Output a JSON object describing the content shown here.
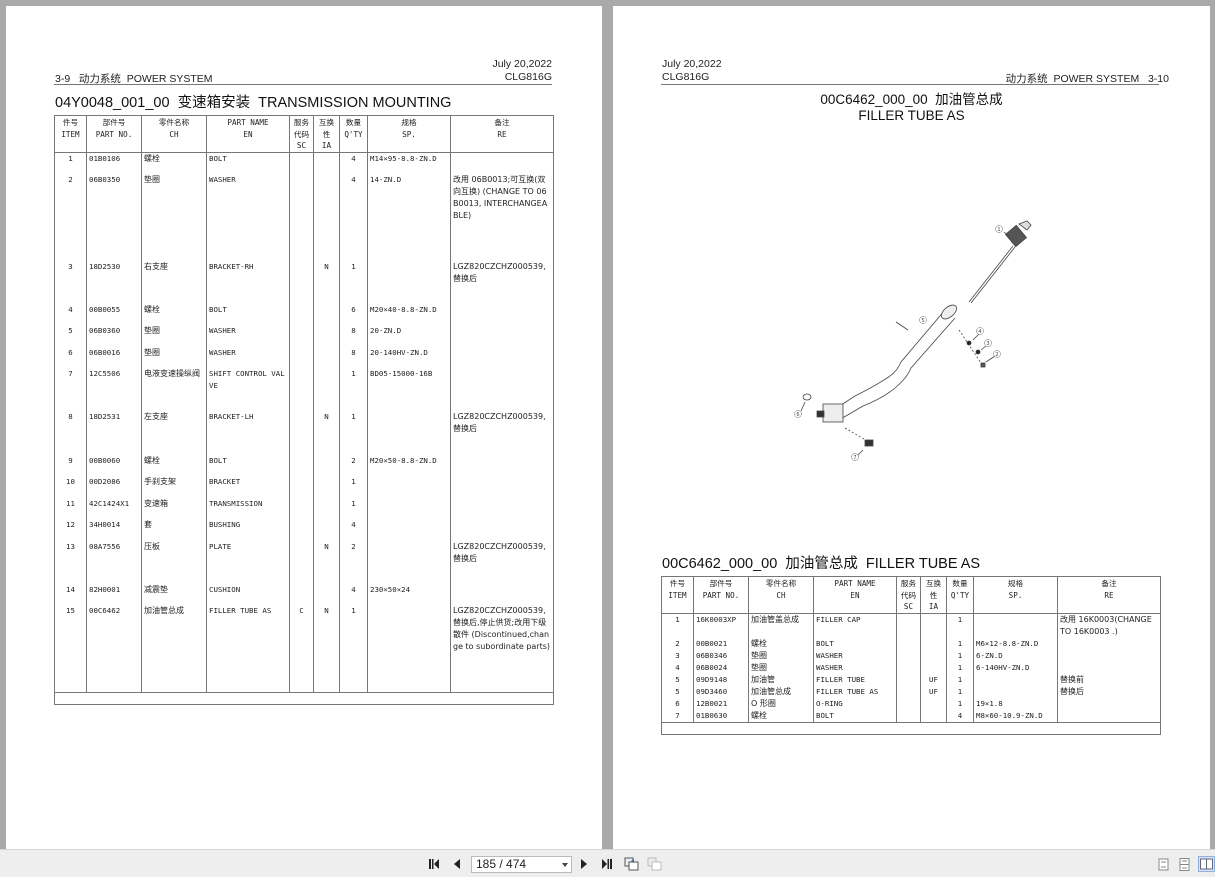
{
  "viewer": {
    "left_page": {
      "header_date": "July 20,2022",
      "header_section": "3-9   动力系统  POWER SYSTEM",
      "header_model": "CLG816G",
      "title": "04Y0048_001_00  变速箱安装  TRANSMISSION MOUNTING",
      "table": {
        "headers": [
          {
            "cn": "件号",
            "en": "ITEM"
          },
          {
            "cn": "部件号",
            "en": "PART NO."
          },
          {
            "cn": "零件名称",
            "en": "CH"
          },
          {
            "cn": "PART NAME",
            "en": "EN"
          },
          {
            "cn": "服务",
            "en": "代码",
            "en2": "SC"
          },
          {
            "cn": "互换",
            "en": "性",
            "en2": "IA"
          },
          {
            "cn": "数量",
            "en": "Q'TY"
          },
          {
            "cn": "规格",
            "en": "SP."
          },
          {
            "cn": "备注",
            "en": "RE"
          }
        ],
        "rows": [
          {
            "item": "1",
            "part_no": "01B0106",
            "ch": "螺栓",
            "en": "BOLT",
            "sc": "",
            "ia": "",
            "qty": "4",
            "sp": "M14×95-8.8-ZN.D",
            "re": ""
          },
          {
            "item": "2",
            "part_no": "06B0350",
            "ch": "垫圈",
            "en": "WASHER",
            "sc": "",
            "ia": "",
            "qty": "4",
            "sp": "14-ZN.D",
            "re": "改用 06B0013;可互换(双向互换) (CHANGE TO 06B0013, INTERCHANGEABLE)"
          },
          {
            "item": "3",
            "part_no": "18D2530",
            "ch": "右支座",
            "en": "BRACKET-RH",
            "sc": "",
            "ia": "N",
            "qty": "1",
            "sp": "",
            "re": "LGZ820CZCHZ000539,替换后"
          },
          {
            "item": "4",
            "part_no": "00B0055",
            "ch": "螺栓",
            "en": "BOLT",
            "sc": "",
            "ia": "",
            "qty": "6",
            "sp": "M20×40-8.8-ZN.D",
            "re": ""
          },
          {
            "item": "5",
            "part_no": "06B0360",
            "ch": "垫圈",
            "en": "WASHER",
            "sc": "",
            "ia": "",
            "qty": "8",
            "sp": "20-ZN.D",
            "re": ""
          },
          {
            "item": "6",
            "part_no": "06B0016",
            "ch": "垫圈",
            "en": "WASHER",
            "sc": "",
            "ia": "",
            "qty": "8",
            "sp": "20-140HV-ZN.D",
            "re": ""
          },
          {
            "item": "7",
            "part_no": "12C5506",
            "ch": "电液变速操纵阀",
            "en": "SHIFT CONTROL VALVE",
            "sc": "",
            "ia": "",
            "qty": "1",
            "sp": "BD05-15000-16B",
            "re": ""
          },
          {
            "item": "8",
            "part_no": "18D2531",
            "ch": "左支座",
            "en": "BRACKET-LH",
            "sc": "",
            "ia": "N",
            "qty": "1",
            "sp": "",
            "re": "LGZ820CZCHZ000539,替换后"
          },
          {
            "item": "9",
            "part_no": "00B0060",
            "ch": "螺栓",
            "en": "BOLT",
            "sc": "",
            "ia": "",
            "qty": "2",
            "sp": "M20×50-8.8-ZN.D",
            "re": ""
          },
          {
            "item": "10",
            "part_no": "00D2086",
            "ch": "手刹支架",
            "en": "BRACKET",
            "sc": "",
            "ia": "",
            "qty": "1",
            "sp": "",
            "re": ""
          },
          {
            "item": "11",
            "part_no": "42C1424X1",
            "ch": "变速箱",
            "en": "TRANSMISSION",
            "sc": "",
            "ia": "",
            "qty": "1",
            "sp": "",
            "re": ""
          },
          {
            "item": "12",
            "part_no": "34H0014",
            "ch": "套",
            "en": "BUSHING",
            "sc": "",
            "ia": "",
            "qty": "4",
            "sp": "",
            "re": ""
          },
          {
            "item": "13",
            "part_no": "08A7556",
            "ch": "压板",
            "en": "PLATE",
            "sc": "",
            "ia": "N",
            "qty": "2",
            "sp": "",
            "re": "LGZ820CZCHZ000539,替换后"
          },
          {
            "item": "14",
            "part_no": "82H0001",
            "ch": "减震垫",
            "en": "CUSHION",
            "sc": "",
            "ia": "",
            "qty": "4",
            "sp": "230×50×24",
            "re": ""
          },
          {
            "item": "15",
            "part_no": "00C6462",
            "ch": "加油管总成",
            "en": "FILLER TUBE AS",
            "sc": "C",
            "ia": "N",
            "qty": "1",
            "sp": "",
            "re": "LGZ820CZCHZ000539,替换后,停止供货;改用下级散件 (Discontinued,change to subordinate parts)"
          }
        ]
      }
    },
    "right_page": {
      "header_date": "July 20,2022",
      "header_model": "CLG816G",
      "header_section": "动力系统  POWER SYSTEM   3-10",
      "diagram_title_line1": "00C6462_000_00  加油管总成",
      "diagram_title_line2": "FILLER TUBE AS",
      "diagram_callouts": [
        "1",
        "2",
        "3",
        "4",
        "5",
        "6",
        "7"
      ],
      "title": "00C6462_000_00  加油管总成  FILLER TUBE AS",
      "table": {
        "headers": [
          {
            "cn": "件号",
            "en": "ITEM"
          },
          {
            "cn": "部件号",
            "en": "PART NO."
          },
          {
            "cn": "零件名称",
            "en": "CH"
          },
          {
            "cn": "PART NAME",
            "en": "EN"
          },
          {
            "cn": "服务",
            "en": "代码",
            "en2": "SC"
          },
          {
            "cn": "互换",
            "en": "性",
            "en2": "IA"
          },
          {
            "cn": "数量",
            "en": "Q'TY"
          },
          {
            "cn": "规格",
            "en": "SP."
          },
          {
            "cn": "备注",
            "en": "RE"
          }
        ],
        "rows": [
          {
            "item": "1",
            "part_no": "16K0003XP",
            "ch": "加油管盖总成",
            "en": "FILLER CAP",
            "sc": "",
            "ia": "",
            "qty": "1",
            "sp": "",
            "re": "改用 16K0003(CHANGE TO 16K0003 .)"
          },
          {
            "item": "2",
            "part_no": "00B0021",
            "ch": "螺栓",
            "en": "BOLT",
            "sc": "",
            "ia": "",
            "qty": "1",
            "sp": "M6×12-8.8-ZN.D",
            "re": ""
          },
          {
            "item": "3",
            "part_no": "06B0346",
            "ch": "垫圈",
            "en": "WASHER",
            "sc": "",
            "ia": "",
            "qty": "1",
            "sp": "6-ZN.D",
            "re": ""
          },
          {
            "item": "4",
            "part_no": "06B0024",
            "ch": "垫圈",
            "en": "WASHER",
            "sc": "",
            "ia": "",
            "qty": "1",
            "sp": "6-140HV-ZN.D",
            "re": ""
          },
          {
            "item": "5",
            "part_no": "09D9148",
            "ch": "加油管",
            "en": "FILLER TUBE",
            "sc": "",
            "ia": "UF",
            "qty": "1",
            "sp": "",
            "re": "替换前"
          },
          {
            "item": "5",
            "part_no": "09D3460",
            "ch": "加油管总成",
            "en": "FILLER TUBE AS",
            "sc": "",
            "ia": "UF",
            "qty": "1",
            "sp": "",
            "re": "替换后"
          },
          {
            "item": "6",
            "part_no": "12B0021",
            "ch": "O 形圈",
            "en": "O-RING",
            "sc": "",
            "ia": "",
            "qty": "1",
            "sp": "19×1.8",
            "re": ""
          },
          {
            "item": "7",
            "part_no": "01B0630",
            "ch": "螺栓",
            "en": "BOLT",
            "sc": "",
            "ia": "",
            "qty": "4",
            "sp": "M8×60-10.9-ZN.D",
            "re": ""
          }
        ]
      }
    }
  },
  "toolbar": {
    "first_page_icon": "first-page-icon",
    "prev_page_icon": "prev-page-icon",
    "page_indicator": "185 / 474",
    "next_page_icon": "next-page-icon",
    "last_page_icon": "last-page-icon",
    "go_back_view_icon": "previous-view-icon",
    "go_forward_view_icon": "next-view-icon",
    "view_modes": [
      "single-page-icon",
      "continuous-page-icon",
      "two-page-icon"
    ],
    "active_view_mode": "two-page-icon"
  }
}
